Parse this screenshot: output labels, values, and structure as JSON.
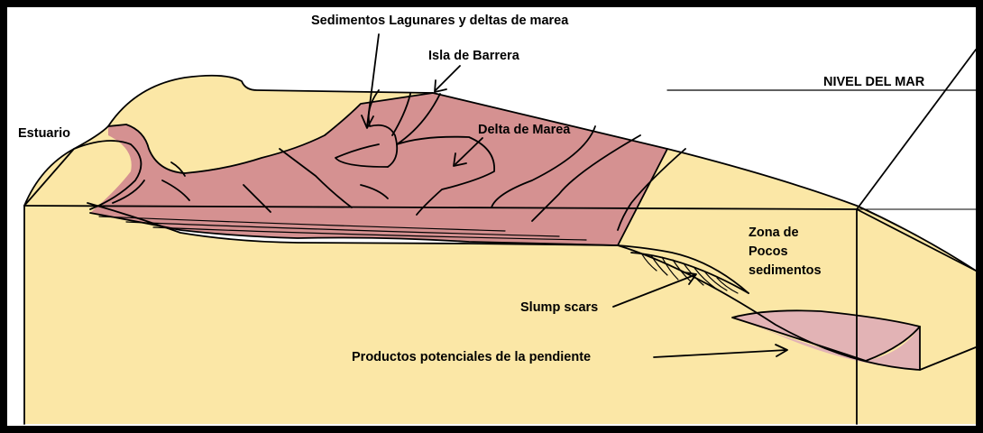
{
  "labels": {
    "sedimentos": "Sedimentos Lagunares y deltas de marea",
    "isla": "Isla de Barrera",
    "nivel_mar": "NIVEL DEL MAR",
    "estuario": "Estuario",
    "delta": "Delta de Marea",
    "zona_1": "Zona de",
    "zona_2": "Pocos",
    "zona_3": "sedimentos",
    "slump": "Slump scars",
    "productos": "Productos potenciales de la pendiente"
  },
  "colors": {
    "frame": "#000000",
    "background": "#ffffff",
    "sand": "#fbe7a6",
    "lagoon": "#d59191",
    "slope_deposit": "#e2b3b5",
    "line": "#000000"
  }
}
